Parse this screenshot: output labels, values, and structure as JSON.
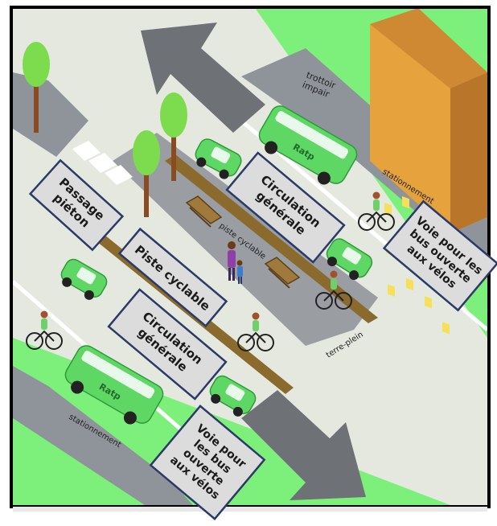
{
  "colors": {
    "grass": "#7CF07A",
    "road": "#E5E8DF",
    "sidewalk": "#8F949A",
    "median": "#9A9EA3",
    "bikelane": "#8B6A2E",
    "vehicle": "#5FD764",
    "vehicle_dark": "#2E9A3A",
    "building": "#E6A23D",
    "building_dark": "#B9752A",
    "window": "#F6E05A",
    "arrow": "#6E7176",
    "box_fill": "#DCDCDC",
    "box_border": "#2B3A66",
    "tree": "#7DDC4E",
    "trunk": "#8A4A22",
    "frame": "#000000"
  },
  "labels": {
    "passage_pieton": [
      "Passage",
      "piéton"
    ],
    "piste_cyclable_box": [
      "Piste cyclable"
    ],
    "circulation_top": [
      "Circulation",
      "générale"
    ],
    "circulation_bottom": [
      "Circulation",
      "générale"
    ],
    "voie_bus_right": [
      "Voie pour les",
      "bus ouverte",
      "aux vélos"
    ],
    "voie_bus_bottom": [
      "Voie pour",
      "les bus",
      "ouverte",
      "aux vélos"
    ],
    "trottoir_impair": [
      "trottoir",
      "impair"
    ],
    "stationnement_top": "stationnement",
    "stationnement_bottom": "stationnement",
    "piste_cyclable_small": "piste cyclable",
    "terre_plein": "terre-plein",
    "bus_brand": "Ratp"
  }
}
